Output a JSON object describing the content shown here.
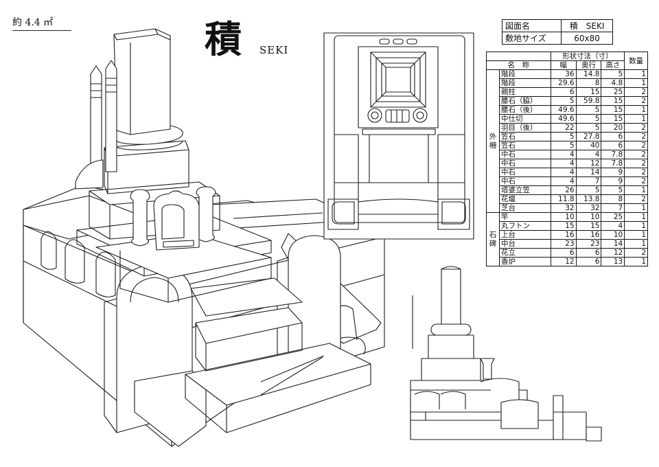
{
  "area_label": "約 4.4 ㎡",
  "title": {
    "kanji": "積",
    "roman": "SEKI"
  },
  "info": {
    "rows": [
      {
        "label": "図面名",
        "value": "積　SEKI"
      },
      {
        "label": "敷地サイズ",
        "value": "60x80"
      }
    ]
  },
  "spec": {
    "header_group": "形状寸法（寸）",
    "col_name": "名　称",
    "col_width": "幅",
    "col_depth": "奥行",
    "col_height": "高さ",
    "col_qty": "数量",
    "groups": [
      {
        "name": "外柵",
        "rows": [
          {
            "name": "階段",
            "w": "36",
            "d": "14.8",
            "h": "5",
            "q": "1"
          },
          {
            "name": "階段",
            "w": "29.6",
            "d": "8",
            "h": "4.8",
            "q": "1"
          },
          {
            "name": "親柱",
            "w": "6",
            "d": "15",
            "h": "25",
            "q": "2"
          },
          {
            "name": "腰石（脇）",
            "w": "5",
            "d": "59.8",
            "h": "15",
            "q": "2"
          },
          {
            "name": "腰石（後）",
            "w": "49.6",
            "d": "5",
            "h": "15",
            "q": "1"
          },
          {
            "name": "中仕切",
            "w": "49.6",
            "d": "5",
            "h": "15",
            "q": "1"
          },
          {
            "name": "羽目（後）",
            "w": "22",
            "d": "5",
            "h": "20",
            "q": "2"
          },
          {
            "name": "笠石",
            "w": "5",
            "d": "27.8",
            "h": "6",
            "q": "2"
          },
          {
            "name": "笠石",
            "w": "5",
            "d": "40",
            "h": "6",
            "q": "2"
          },
          {
            "name": "中石",
            "w": "4",
            "d": "4",
            "h": "7.8",
            "q": "2"
          },
          {
            "name": "中石",
            "w": "4",
            "d": "12",
            "h": "7.8",
            "q": "2"
          },
          {
            "name": "中石",
            "w": "4",
            "d": "14",
            "h": "9",
            "q": "2"
          },
          {
            "name": "中石",
            "w": "4",
            "d": "7",
            "h": "9",
            "q": "2"
          },
          {
            "name": "塔婆立笠",
            "w": "26",
            "d": "5",
            "h": "5",
            "q": "1"
          },
          {
            "name": "花壇",
            "w": "11.8",
            "d": "13.8",
            "h": "8",
            "q": "2"
          },
          {
            "name": "芝台",
            "w": "32",
            "d": "32",
            "h": "7",
            "q": "1"
          }
        ]
      },
      {
        "name": "石碑",
        "rows": [
          {
            "name": "竿",
            "w": "10",
            "d": "10",
            "h": "25",
            "q": "1"
          },
          {
            "name": "丸フトン",
            "w": "15",
            "d": "15",
            "h": "4",
            "q": "1"
          },
          {
            "name": "上台",
            "w": "16",
            "d": "16",
            "h": "10",
            "q": "1"
          },
          {
            "name": "中台",
            "w": "23",
            "d": "23",
            "h": "14",
            "q": "1"
          },
          {
            "name": "花立",
            "w": "6",
            "d": "6",
            "h": "12",
            "q": "2"
          },
          {
            "name": "香炉",
            "w": "12",
            "d": "6",
            "h": "13",
            "q": "1"
          }
        ]
      }
    ]
  }
}
